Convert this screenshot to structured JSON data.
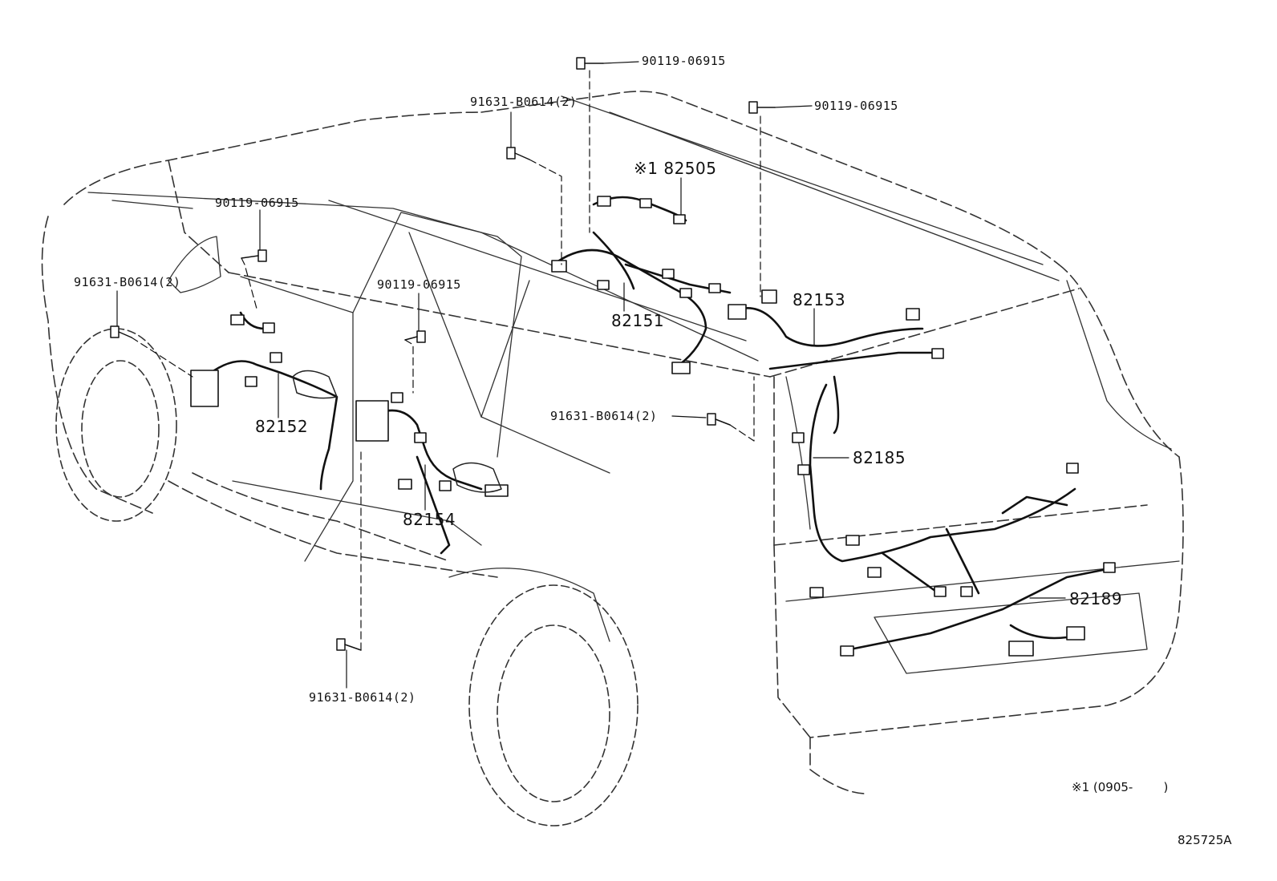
{
  "diagram": {
    "part_labels": {
      "bolt_top_center": "90119-06915",
      "bolt_top_right": "90119-06915",
      "bolt_roof_left": "91631-B0614(2)",
      "bolt_left_upper": "90119-06915",
      "bolt_left_front": "91631-B0614(2)",
      "bolt_mid": "90119-06915",
      "bolt_center_right": "91631-B0614(2)",
      "bolt_bottom": "91631-B0614(2)"
    },
    "harness_labels": {
      "h82505": "※1 82505",
      "h82151": "82151",
      "h82153": "82153",
      "h82152": "82152",
      "h82154": "82154",
      "h82185": "82185",
      "h82189": "82189"
    },
    "footnote": "※1 (0905-        )",
    "figure_code": "825725A"
  }
}
